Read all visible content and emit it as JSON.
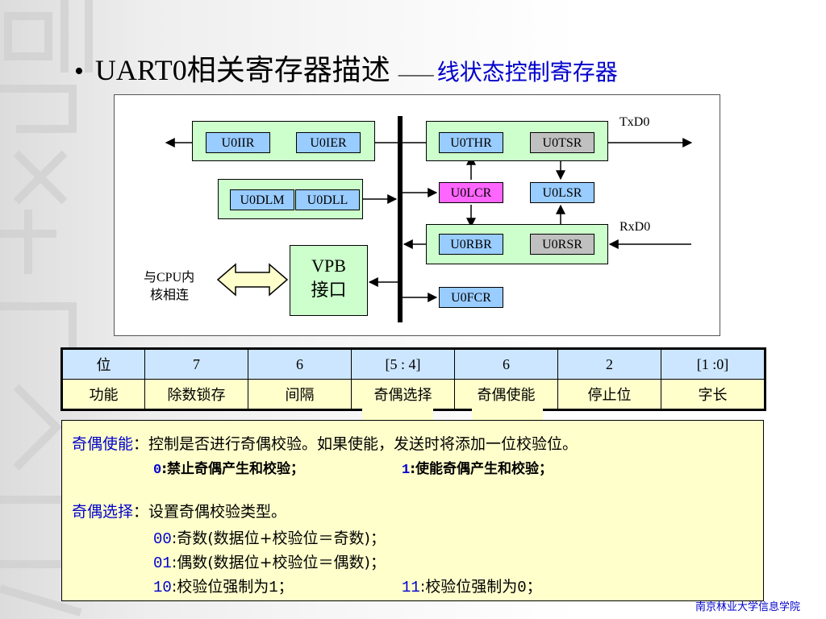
{
  "slide": {
    "bullet": "•",
    "title_main": "UART0相关寄存器描述",
    "title_dash": "——",
    "title_sub": "线状态控制寄存器"
  },
  "diagram": {
    "registers": {
      "u0iir": "U0IIR",
      "u0ier": "U0IER",
      "u0dlm": "U0DLM",
      "u0dll": "U0DLL",
      "u0thr": "U0THR",
      "u0tsr": "U0TSR",
      "u0lcr": "U0LCR",
      "u0lsr": "U0LSR",
      "u0rbr": "U0RBR",
      "u0rsr": "U0RSR",
      "u0fcr": "U0FCR"
    },
    "txd": "TxD0",
    "rxd": "RxD0",
    "vpb_line1": "VPB",
    "vpb_line2": "接口",
    "cpu_line1": "与CPU内",
    "cpu_line2": "核相连"
  },
  "bit_table": {
    "header": [
      "位",
      "7",
      "6",
      "[5 : 4]",
      "6",
      "2",
      "[1 :0]"
    ],
    "row": [
      "功能",
      "除数锁存",
      "间隔",
      "奇偶选择",
      "奇偶使能",
      "停止位",
      "字长"
    ]
  },
  "notes": {
    "parity_enable_label": "奇偶使能",
    "parity_enable_desc": "：控制是否进行奇偶校验。如果使能，发送时将添加一位校验位。",
    "pe0_code": "0",
    "pe0_text": ":禁止奇偶产生和校验；",
    "pe1_code": "1",
    "pe1_text": ":使能奇偶产生和校验；",
    "parity_select_label": "奇偶选择",
    "parity_select_desc": "：设置奇偶校验类型。",
    "ps00_code": "00",
    "ps00_text": ":奇数(数据位+校验位＝奇数)；",
    "ps01_code": "01",
    "ps01_text": ":偶数(数据位+校验位＝偶数)；",
    "ps10_code": "10",
    "ps10_text": ":校验位强制为",
    "ps10_val": "1",
    "ps10_end": "；",
    "ps11_code": "11",
    "ps11_text": ":校验位强制为",
    "ps11_val": "0",
    "ps11_end": "；"
  },
  "footer": "南京林业大学信息学院",
  "colors": {
    "title_blue": "#0000cc",
    "reg_blue": "#99ccff",
    "reg_gray": "#c0c0c0",
    "reg_pink": "#ff66ff",
    "group_green": "#ccffcc",
    "table_header": "#cce6ff",
    "note_yellow": "#ffffcc"
  }
}
